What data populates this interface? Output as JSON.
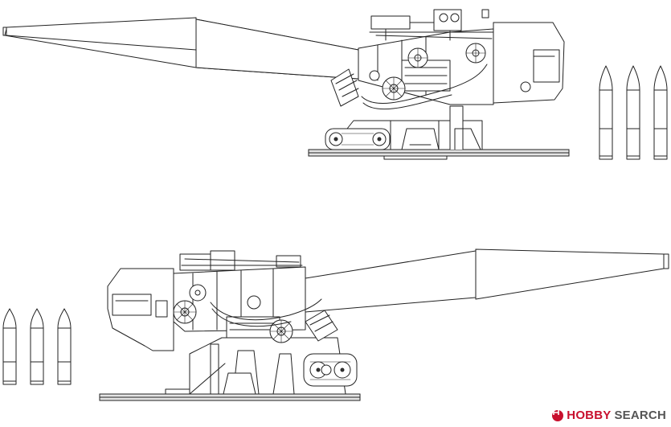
{
  "image": {
    "kind": "technical-line-drawing",
    "subject": "naval-deck-gun-side-views",
    "views": [
      {
        "name": "side-view-right",
        "facing": "left",
        "shells_count": 3
      },
      {
        "name": "side-view-left",
        "facing": "right",
        "shells_count": 3
      }
    ],
    "line_color": "#222222",
    "background": "#ffffff"
  },
  "watermark": {
    "part1": "HOBBY",
    "part2": "SEARCH",
    "accent": "#c8102e",
    "secondary": "#555555"
  }
}
